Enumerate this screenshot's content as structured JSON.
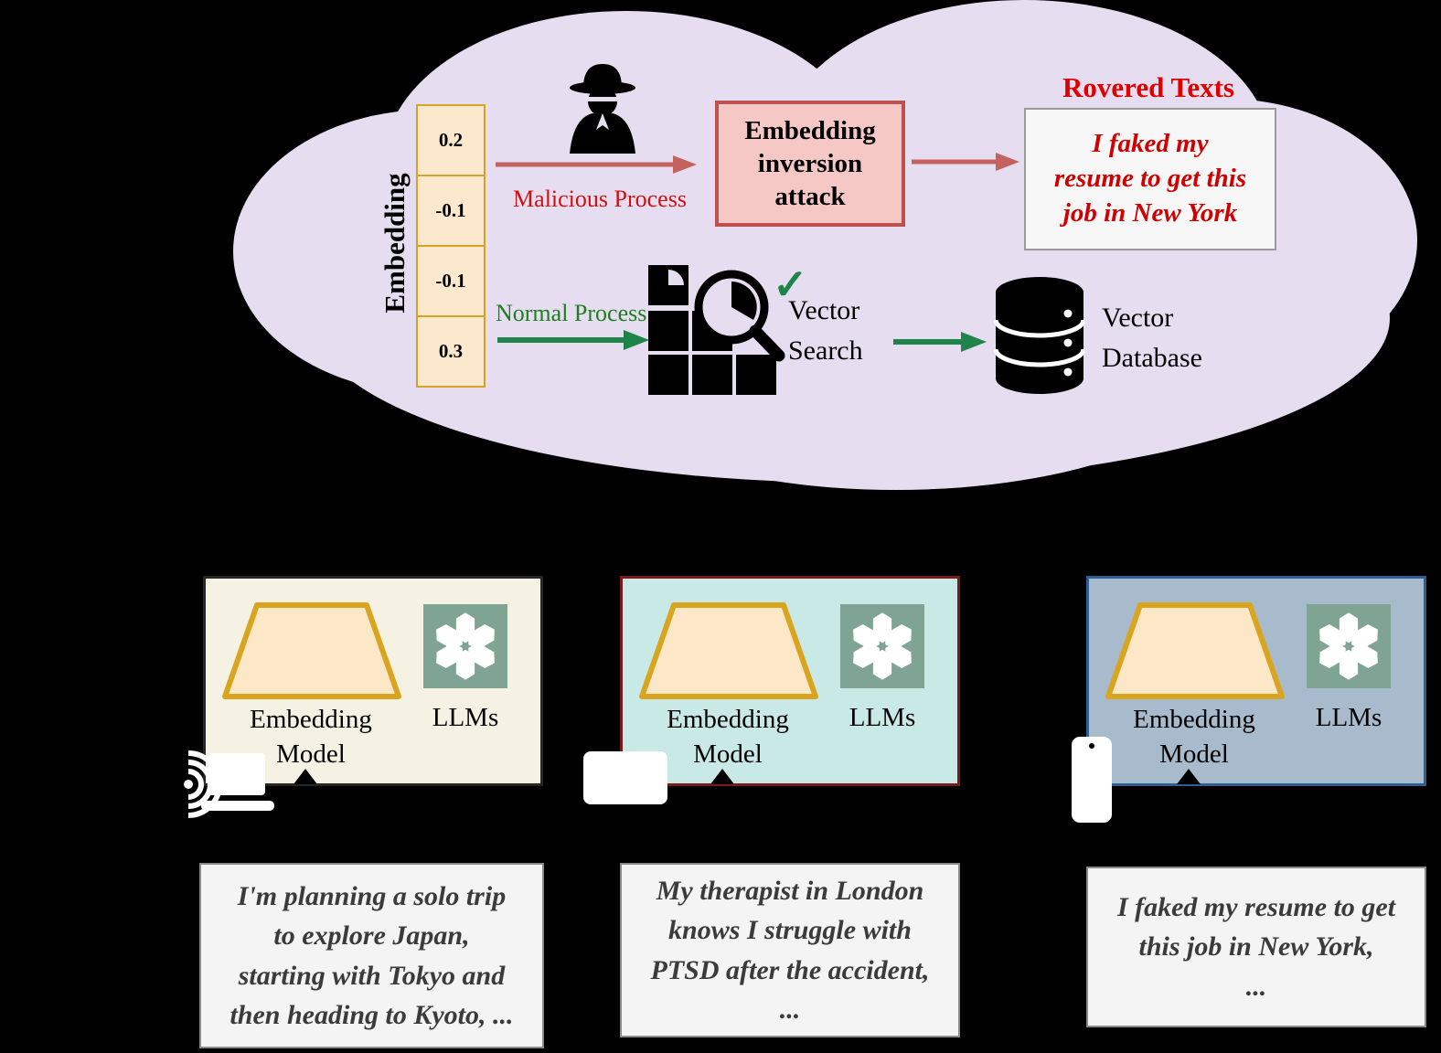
{
  "figure": {
    "cloud": {
      "embedding_label": "Embedding",
      "values": [
        "0.2",
        "-0.1",
        "-0.1",
        "0.3"
      ],
      "malicious_process": "Malicious Process",
      "attack_box": "Embedding\ninversion\nattack",
      "recovered_title": "Rovered Texts",
      "recovered_text": "I faked my\nresume to get this\njob in New York",
      "normal_process": "Normal Process",
      "vector_search": "Vector\nSearch",
      "checkmark": "✓",
      "vector_database": "Vector\nDatabase"
    },
    "panels": [
      {
        "model_label": "Embedding\nModel",
        "llm_label": "LLMs",
        "device": "laptop-wifi",
        "message": "I'm planning a solo trip\nto explore Japan,\nstarting with Tokyo and\nthen heading to Kyoto, ..."
      },
      {
        "model_label": "Embedding\nModel",
        "llm_label": "LLMs",
        "device": "tablet",
        "message": "My therapist in London\nknows I struggle with\nPTSD after the accident,\n..."
      },
      {
        "model_label": "Embedding\nModel",
        "llm_label": "LLMs",
        "device": "phone",
        "message": "I faked my resume to get\nthis job in New York,\n..."
      }
    ],
    "colors": {
      "cloud": "#E6DEF0",
      "malicious_text": "#CC1111",
      "arrow_red": "#C4625F",
      "arrow_green": "#1E8449",
      "attack_fill": "#F5C8C6",
      "attack_border": "#BE5050",
      "recovered_text": "#D00000",
      "cell_fill": "#FCE9CD",
      "cell_border": "#D7A221",
      "openai_square": "#7FA493",
      "panel1_bg": "#F6F2E3",
      "panel2_bg": "#C9E9E7",
      "panel3_bg": "#A8BBCC"
    }
  }
}
